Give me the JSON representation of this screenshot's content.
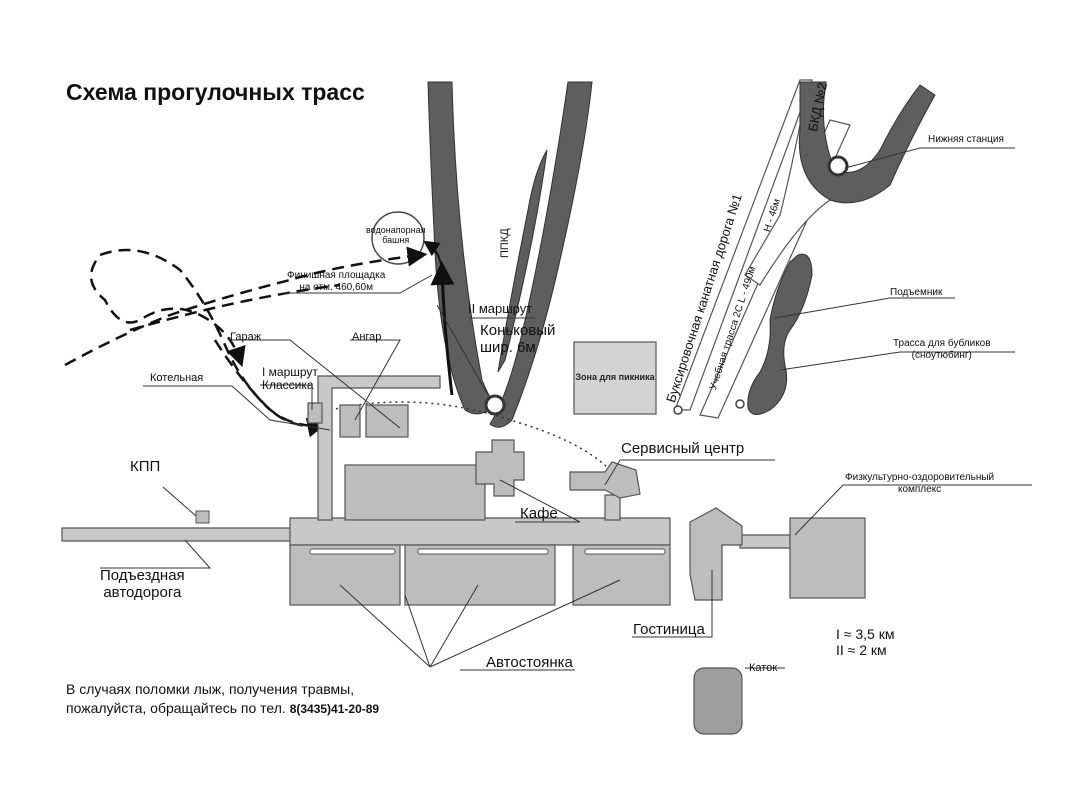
{
  "title": "Схема прогулочных трасс",
  "colors": {
    "track": "#5e5e5e",
    "building": "#bdbdbd",
    "road": "#c8c8c8",
    "outline": "#555555",
    "route_arrow": "#111111"
  },
  "labels": {
    "water_tower_line1": "водонапорная",
    "water_tower_line2": "башня",
    "finish_line1": "Финишная площадка",
    "finish_line2": "на отм. 460,60м",
    "route2": "II маршрут",
    "skate_line1": "Коньковый",
    "skate_line2": "шир. 6м",
    "ppkd": "ППКД",
    "garage": "Гараж",
    "hangar": "Ангар",
    "boiler": "Котельная",
    "route1_line1": "I маршрут",
    "route1_line2": "Классика",
    "picnic": "Зона для пикника",
    "service": "Сервисный центр",
    "cafe": "Кафе",
    "kpp": "КПП",
    "access_road_line1": "Подъездная",
    "access_road_line2": "автодорога",
    "parking": "Автостоянка",
    "hotel": "Гостиница",
    "sports_line1": "Физкультурно-оздоровительный",
    "sports_line2": "комплекс",
    "rink": "Каток",
    "bkd2": "БКД №2",
    "lower_station": "Нижняя станция",
    "tow_road": "Буксировочная канатная дорога №1",
    "training_track": "Учебная трасса 2С  L - 490м",
    "height": "H - 46м",
    "lift": "Подъемник",
    "tubing_line1": "Трасса для бубликов",
    "tubing_line2": "(сноутюбинг)",
    "legend_route1": "I ≈ 3,5 км",
    "legend_route2": "II ≈ 2 км",
    "notice_line1": "В случаях поломки лыж, получения травмы,",
    "notice_line2": "пожалуйста, обращайтесь по тел.",
    "phone": "8(3435)41-20-89"
  },
  "icons": [
    "water-tower-icon",
    "lower-station-icon",
    "lift-station-icon",
    "route-arrow-icon"
  ]
}
